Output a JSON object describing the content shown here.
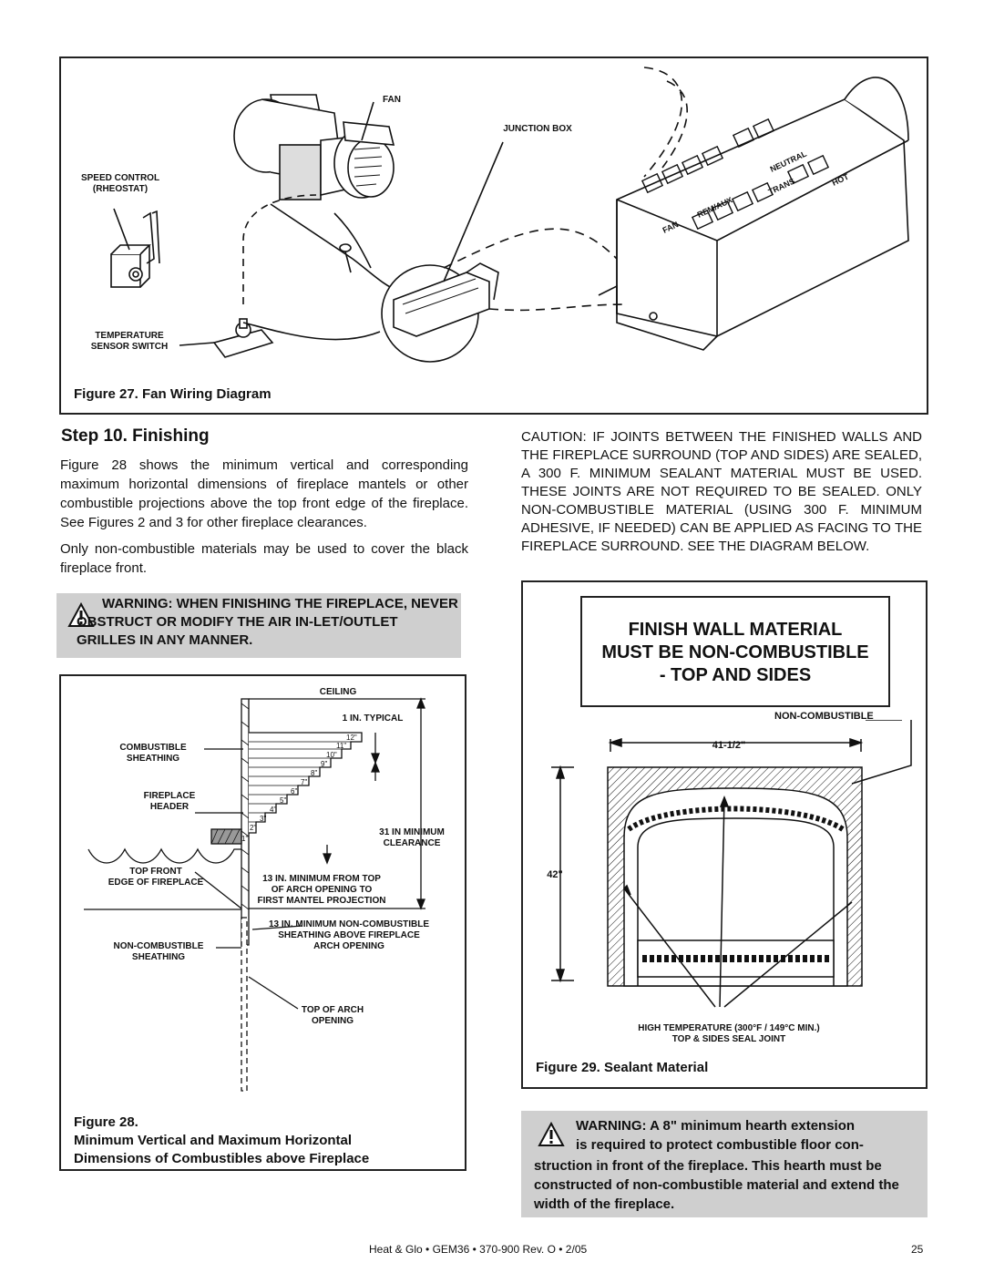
{
  "figure27": {
    "caption": "Figure 27.  Fan Wiring Diagram",
    "labels": {
      "fan": "FAN",
      "junction_box": "JUNCTION BOX",
      "speed_control_1": "SPEED CONTROL",
      "speed_control_2": "(RHEOSTAT)",
      "temp_sensor_1": "TEMPERATURE",
      "temp_sensor_2": "SENSOR SWITCH",
      "neutral": "NEUTRAL",
      "trans": "TRANS",
      "hot": "HOT",
      "remaux": "REM/AUX",
      "fan_terminal": "FAN"
    }
  },
  "step": {
    "title": "Step 10.  Finishing",
    "para1": "Figure 28 shows the minimum vertical and corresponding maximum horizontal dimensions of fireplace mantels or other combustible projections above the top front edge of the fireplace. See Figures 2 and 3 for other fireplace clearances.",
    "para2": "Only non-combustible materials may be used to cover the black fireplace front.",
    "warning": "WARNING: WHEN FINISHING THE FIREPLACE, NEVER OBSTRUCT OR MODIFY THE AIR IN-LET/OUTLET GRILLES IN ANY MANNER."
  },
  "caution": "CAUTION: IF JOINTS BETWEEN THE FINISHED WALLS AND THE FIREPLACE SURROUND (TOP AND SIDES) ARE SEALED, A 300    F. MINIMUM SEALANT MATERIAL MUST BE USED.  THESE JOINTS ARE NOT REQUIRED TO BE SEALED. ONLY NON-COMBUSTIBLE MATERIAL (USING 300    F. MINIMUM ADHESIVE, IF NEEDED) CAN BE APPLIED AS FACING TO THE FIREPLACE SURROUND. SEE THE DIAGRAM BELOW.",
  "figure28": {
    "caption_1": "Figure 28.",
    "caption_2": "Minimum Vertical and Maximum Horizontal",
    "caption_3": "Dimensions of Combustibles above Fireplace",
    "ceiling": "CEILING",
    "typical": "1 IN. TYPICAL",
    "combustible_1": "COMBUSTIBLE",
    "combustible_2": "SHEATHING",
    "header_1": "FIREPLACE",
    "header_2": "HEADER",
    "clearance_1": "31 IN MINIMUM",
    "clearance_2": "CLEARANCE",
    "topfront_1": "TOP FRONT",
    "topfront_2": "EDGE OF FIREPLACE",
    "arch13_1": "13 IN. MINIMUM FROM TOP",
    "arch13_2": "OF ARCH OPENING TO",
    "arch13_3": "FIRST MANTEL PROJECTION",
    "noncomb13_1": "13 IN. MINIMUM NON-COMBUSTIBLE",
    "noncomb13_2": "SHEATHING ABOVE FIREPLACE",
    "noncomb13_3": "ARCH OPENING",
    "noncomb_1": "NON-COMBUSTIBLE",
    "noncomb_2": "SHEATHING",
    "toparch_1": "TOP OF ARCH",
    "toparch_2": "OPENING",
    "steps": [
      "12\"",
      "11\"",
      "10\"",
      "9\"",
      "8\"",
      "7\"",
      "6\"",
      "5\"",
      "4\"",
      "3\"",
      "2\"",
      "1\""
    ]
  },
  "figure29": {
    "title_1": "FINISH WALL MATERIAL",
    "title_2": "MUST BE NON-COMBUSTIBLE",
    "title_3": "- TOP AND SIDES",
    "noncomb": "NON-COMBUSTIBLE",
    "width": "41-1/2\"",
    "height": "42\"",
    "seal_1": "HIGH TEMPERATURE (300°F / 149°C MIN.)",
    "seal_2": "TOP & SIDES SEAL JOINT",
    "caption": "Figure 29.   Sealant Material"
  },
  "hearth_warning": {
    "line1": "WARNING: A 8\" minimum hearth extension",
    "line2": "is required to protect combustible floor con-",
    "rest": "struction in front of the fireplace. This hearth must be constructed of non-combustible material and extend the width of the fireplace."
  },
  "footer": {
    "text": "Heat & Glo  •  GEM36  •  370-900  Rev. O  •  2/05",
    "page": "25"
  }
}
